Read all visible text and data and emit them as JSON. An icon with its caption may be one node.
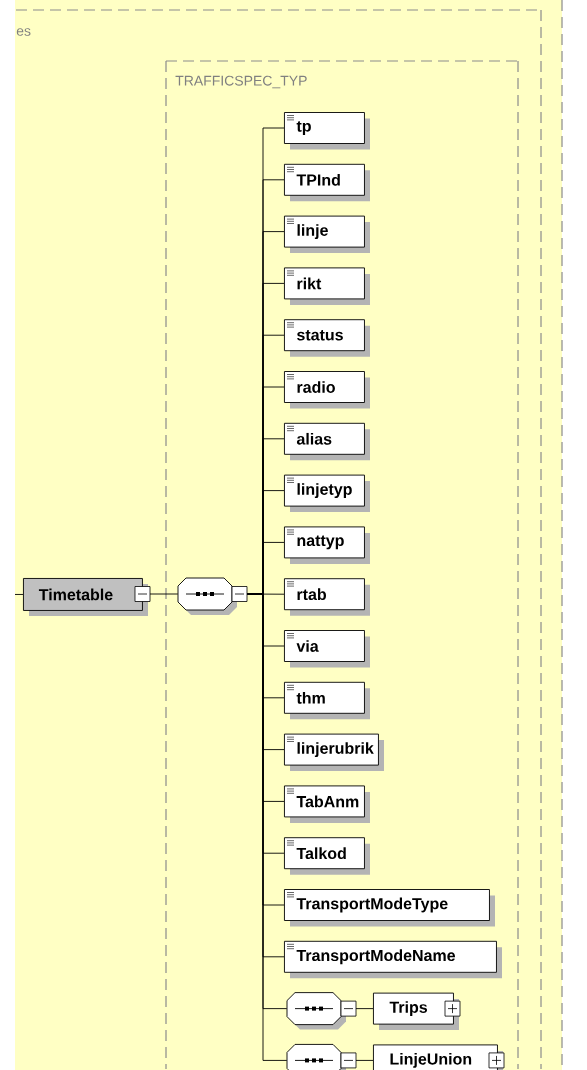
{
  "diagram": {
    "nodes": [
      {
        "text": [],
        "shape": "box"
      },
      {
        "text": [
          "es"
        ],
        "in": 0
      },
      {
        "text": [
          "TRAFFICSPEC_TYP"
        ],
        "in": 1
      },
      {
        "text": [
          "Timetable"
        ],
        "in": 1
      },
      {
        "text": [],
        "shape": "octagon",
        "in": 2
      },
      {
        "text": [
          "tp"
        ],
        "in": 2
      },
      {
        "text": [
          "TPInd"
        ],
        "in": 2
      },
      {
        "text": [
          "linje"
        ],
        "in": 2
      },
      {
        "text": [
          "rikt"
        ],
        "in": 2
      },
      {
        "text": [
          "status"
        ],
        "in": 2
      },
      {
        "text": [
          "radio"
        ],
        "in": 2
      },
      {
        "text": [
          "alias"
        ],
        "in": 2
      },
      {
        "text": [
          "linjetyp"
        ],
        "in": 2
      },
      {
        "text": [
          "nattyp"
        ],
        "in": 2
      },
      {
        "text": [
          "rtab"
        ],
        "in": 2
      },
      {
        "text": [
          "via"
        ],
        "in": 2
      },
      {
        "text": [
          "thm"
        ],
        "in": 2
      },
      {
        "text": [
          "linjerubrik"
        ],
        "in": 2
      },
      {
        "text": [
          "TabAnm"
        ],
        "in": 2
      },
      {
        "text": [
          "Talkod"
        ],
        "in": 2
      },
      {
        "text": [
          "TransportModeType"
        ],
        "in": 2
      },
      {
        "text": [
          "TransportModeName"
        ],
        "in": 2
      },
      {
        "text": [],
        "shape": "octagon",
        "in": 2
      },
      {
        "text": [
          "Trips"
        ],
        "in": 2
      },
      {
        "text": [],
        "shape": "octagon",
        "in": 2
      },
      {
        "text": [
          "LinjeUnion"
        ],
        "in": 2
      }
    ],
    "edges": [
      {
        "from": null,
        "to": 3,
        "arrow": "none"
      },
      {
        "from": 3,
        "to": 4,
        "arrow": "none"
      },
      {
        "from": 4,
        "to": 5,
        "arrow": "none"
      },
      {
        "from": 4,
        "to": 6,
        "arrow": "none"
      },
      {
        "from": 4,
        "to": 7,
        "arrow": "none"
      },
      {
        "from": 4,
        "to": 8,
        "arrow": "none"
      },
      {
        "from": 4,
        "to": 9,
        "arrow": "none"
      },
      {
        "from": 4,
        "to": 10,
        "arrow": "none"
      },
      {
        "from": 4,
        "to": 11,
        "arrow": "none"
      },
      {
        "from": 4,
        "to": 12,
        "arrow": "none"
      },
      {
        "from": 4,
        "to": 13,
        "arrow": "none"
      },
      {
        "from": 4,
        "to": 14,
        "arrow": "none"
      },
      {
        "from": 4,
        "to": 15,
        "arrow": "none"
      },
      {
        "from": 4,
        "to": 16,
        "arrow": "none"
      },
      {
        "from": 4,
        "to": 17,
        "arrow": "none"
      },
      {
        "from": 4,
        "to": 18,
        "arrow": "none"
      },
      {
        "from": 4,
        "to": 19,
        "arrow": "none"
      },
      {
        "from": 4,
        "to": 20,
        "arrow": "none"
      },
      {
        "from": 4,
        "to": 21,
        "arrow": "none"
      },
      {
        "from": 4,
        "to": 22,
        "arrow": "none"
      },
      {
        "from": 22,
        "to": 23,
        "arrow": "none"
      },
      {
        "from": 4,
        "to": 24,
        "arrow": "none"
      },
      {
        "from": 24,
        "to": 25,
        "arrow": "none"
      }
    ]
  }
}
